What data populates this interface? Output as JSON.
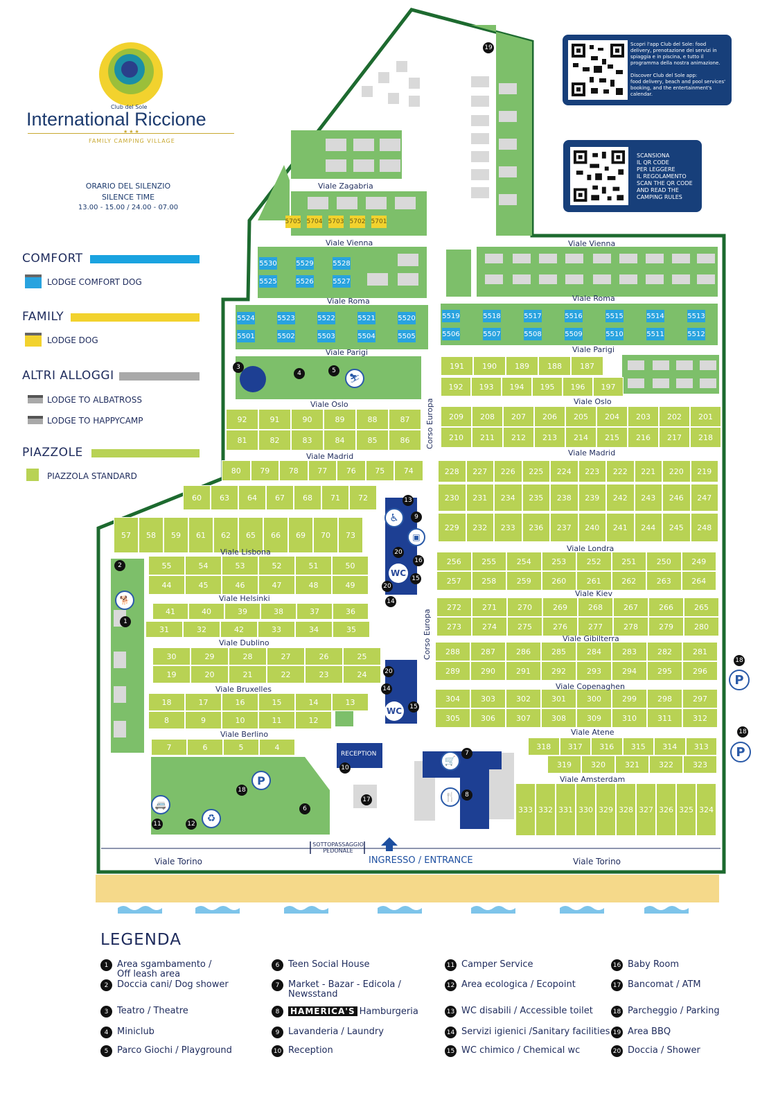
{
  "brand": {
    "club": "Club del Sole",
    "title": "International Riccione",
    "stars": "★★★",
    "subtitle": "FAMILY CAMPING VILLAGE"
  },
  "silence": {
    "line1": "ORARIO DEL SILENZIO",
    "line2": "SILENCE TIME",
    "line3": "13.00 - 15.00 / 24.00 - 07.00"
  },
  "categories": {
    "comfort": {
      "label": "COMFORT",
      "color": "#1aa3e0",
      "item": "LODGE COMFORT DOG"
    },
    "family": {
      "label": "FAMILY",
      "color": "#f2d22e",
      "item": "LODGE DOG"
    },
    "altri": {
      "label": "ALTRI ALLOGGI",
      "color": "#a9a9a9",
      "item1": "LODGE TO ALBATROSS",
      "item2": "LODGE TO HAPPYCAMP"
    },
    "piazzole": {
      "label": "PIAZZOLE",
      "color": "#b8d254",
      "item": "PIAZZOLA STANDARD"
    }
  },
  "qr": {
    "app_text": "Scopri l'app  Club del Sole: food\ndelivery, prenotazione dei servizi in\nspiaggia e in piscina, e tutto il\nprogramma della nostra animazione.\n\nDiscover Club del Sole app:\nfood delivery, beach and pool services'\nbooking, and the entertainment's\ncalendar.",
    "rules_text": "SCANSIONA\nIL QR CODE\nPER LEGGERE\nIL REGOLAMENTO\nSCAN THE QR CODE\nAND READ THE\nCAMPING RULES"
  },
  "streets": {
    "zagabria": "Viale Zagabria",
    "vienna": "Viale Vienna",
    "roma": "Viale Roma",
    "parigi": "Viale Parigi",
    "oslo": "Viale Oslo",
    "madrid": "Viale Madrid",
    "lisbona": "Viale Lisbona",
    "helsinki": "Viale Helsinki",
    "dublino": "Viale Dublino",
    "bruxelles": "Viale Bruxelles",
    "berlino": "Viale Berlino",
    "londra": "Viale Londra",
    "kiev": "Viale Kiev",
    "gibilterra": "Viale Gibilterra",
    "copenaghen": "Viale Copenaghen",
    "atene": "Viale Atene",
    "amsterdam": "Viale Amsterdam",
    "torino": "Viale Torino",
    "europa": "Corso Europa",
    "sottopassaggio": "SOTTOPASSAGGIO PEDONALE",
    "ingresso": "INGRESSO / ENTRANCE",
    "reception": "RECEPTION"
  },
  "icon_names": {
    "parking": "P",
    "wc": "WC"
  },
  "lots": {
    "r92": [
      "92",
      "91",
      "90",
      "89",
      "88",
      "87"
    ],
    "r81": [
      "81",
      "82",
      "83",
      "84",
      "85",
      "86"
    ],
    "r80": [
      "80",
      "79",
      "78",
      "77",
      "76",
      "75",
      "74"
    ],
    "r60": [
      "60",
      "63",
      "64",
      "67",
      "68",
      "71",
      "72"
    ],
    "r57": [
      "57",
      "58",
      "59",
      "61",
      "62",
      "65",
      "66",
      "69",
      "70",
      "73"
    ],
    "r55": [
      "55",
      "54",
      "53",
      "52",
      "51",
      "50"
    ],
    "r44": [
      "44",
      "45",
      "46",
      "47",
      "48",
      "49"
    ],
    "r41": [
      "41",
      "40",
      "39",
      "38",
      "37",
      "36"
    ],
    "r31": [
      "31",
      "32",
      "42",
      "33",
      "34",
      "35"
    ],
    "r30": [
      "30",
      "29",
      "28",
      "27",
      "26",
      "25"
    ],
    "r19": [
      "19",
      "20",
      "21",
      "22",
      "23",
      "24"
    ],
    "r18": [
      "18",
      "17",
      "16",
      "15",
      "14",
      "13"
    ],
    "r8": [
      "8",
      "9",
      "10",
      "11",
      "12"
    ],
    "r7": [
      "7",
      "6",
      "5",
      "4"
    ],
    "r191": [
      "191",
      "190",
      "189",
      "188",
      "187"
    ],
    "r192": [
      "192",
      "193",
      "194",
      "195",
      "196",
      "197"
    ],
    "r209": [
      "209",
      "208",
      "207",
      "206",
      "205",
      "204",
      "203",
      "202",
      "201"
    ],
    "r210": [
      "210",
      "211",
      "212",
      "213",
      "214",
      "215",
      "216",
      "217",
      "218"
    ],
    "r228": [
      "228",
      "227",
      "226",
      "225",
      "224",
      "223",
      "222",
      "221",
      "220",
      "219"
    ],
    "r230": [
      "230",
      "231",
      "234",
      "235",
      "238",
      "239",
      "242",
      "243",
      "246",
      "247"
    ],
    "r229": [
      "229",
      "232",
      "233",
      "236",
      "237",
      "240",
      "241",
      "244",
      "245",
      "248"
    ],
    "r256": [
      "256",
      "255",
      "254",
      "253",
      "252",
      "251",
      "250",
      "249"
    ],
    "r257": [
      "257",
      "258",
      "259",
      "260",
      "261",
      "262",
      "263",
      "264"
    ],
    "r272": [
      "272",
      "271",
      "270",
      "269",
      "268",
      "267",
      "266",
      "265"
    ],
    "r273": [
      "273",
      "274",
      "275",
      "276",
      "277",
      "278",
      "279",
      "280"
    ],
    "r288": [
      "288",
      "287",
      "286",
      "285",
      "284",
      "283",
      "282",
      "281"
    ],
    "r289": [
      "289",
      "290",
      "291",
      "292",
      "293",
      "294",
      "295",
      "296"
    ],
    "r304": [
      "304",
      "303",
      "302",
      "301",
      "300",
      "299",
      "298",
      "297"
    ],
    "r305": [
      "305",
      "306",
      "307",
      "308",
      "309",
      "310",
      "311",
      "312"
    ],
    "r317": [
      "318",
      "317",
      "316",
      "315",
      "314",
      "313"
    ],
    "r319": [
      "319",
      "320",
      "321",
      "322",
      "323"
    ],
    "r333": [
      "333",
      "332",
      "331",
      "330",
      "329",
      "328",
      "327",
      "326",
      "325",
      "324"
    ]
  },
  "lodges": {
    "family": [
      "5705",
      "5704",
      "5703",
      "5702",
      "5701"
    ],
    "comfort_a": [
      "5530",
      "5529",
      "5528"
    ],
    "comfort_b": [
      "5525",
      "5526",
      "5527"
    ],
    "comfort_c": [
      "5524",
      "5523",
      "5522",
      "5521",
      "5520"
    ],
    "comfort_d": [
      "5501",
      "5502",
      "5503",
      "5504",
      "5505"
    ],
    "comfort_e": [
      "5519",
      "5518",
      "5517",
      "5516",
      "5515",
      "5514",
      "5513"
    ],
    "comfort_f": [
      "5506",
      "5507",
      "5508",
      "5509",
      "5510",
      "5511",
      "5512"
    ]
  },
  "legend": {
    "title": "LEGENDA",
    "items": [
      {
        "n": "1",
        "text": "Area sgambamento /\nOff leash area"
      },
      {
        "n": "2",
        "text": "Doccia cani/ Dog shower"
      },
      {
        "n": "3",
        "text": "Teatro / Theatre"
      },
      {
        "n": "4",
        "text": "Miniclub"
      },
      {
        "n": "5",
        "text": "Parco Giochi / Playground"
      },
      {
        "n": "6",
        "text": "Teen Social House"
      },
      {
        "n": "7",
        "text": "Market - Bazar - Edicola /\nNewsstand"
      },
      {
        "n": "8",
        "text": "Hamburgeria",
        "logo": "HAMERICA'S"
      },
      {
        "n": "9",
        "text": "Lavanderia / Laundry"
      },
      {
        "n": "10",
        "text": "Reception"
      },
      {
        "n": "11",
        "text": "Camper Service"
      },
      {
        "n": "12",
        "text": "Area ecologica / Ecopoint"
      },
      {
        "n": "13",
        "text": "WC disabili / Accessible toilet"
      },
      {
        "n": "14",
        "text": "Servizi igienici /Sanitary facilities"
      },
      {
        "n": "15",
        "text": "WC chimico / Chemical wc"
      },
      {
        "n": "16",
        "text": "Baby Room"
      },
      {
        "n": "17",
        "text": "Bancomat / ATM"
      },
      {
        "n": "18",
        "text": "Parcheggio / Parking"
      },
      {
        "n": "19",
        "text": "Area BBQ"
      },
      {
        "n": "20",
        "text": "Doccia / Shower"
      }
    ]
  }
}
